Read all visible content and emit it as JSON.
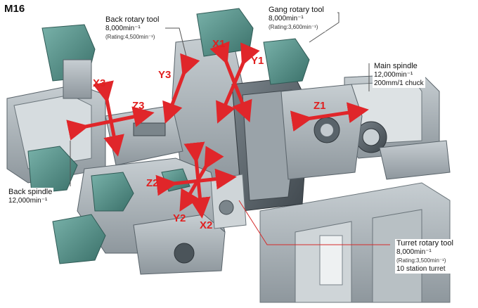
{
  "title": "M16",
  "callouts": {
    "back_rotary": {
      "head": "Back rotary tool",
      "line1": "8,000min⁻¹",
      "line2": "(Rating:4,500min⁻¹)"
    },
    "gang_rotary": {
      "head": "Gang rotary tool",
      "line1": "8,000min⁻¹",
      "line2": "(Rating:3,600min⁻¹)"
    },
    "main_spindle": {
      "head": "Main spindle",
      "line1": "12,000min⁻¹",
      "line2": "200mm/1 chuck"
    },
    "back_spindle": {
      "head": "Back spindle",
      "line1": "12,000min⁻¹"
    },
    "turret_rotary": {
      "head": "Turret rotary tool",
      "line1": "8,000min⁻¹",
      "line2": "(Rating:3,500min⁻¹)",
      "line3": "10 station turret"
    }
  },
  "axes": {
    "x1": "X1",
    "y1": "Y1",
    "z1": "Z1",
    "x2": "X2",
    "y2": "Y2",
    "z2": "Z2",
    "x3": "X3",
    "y3": "Y3",
    "z3": "Z3"
  },
  "colors": {
    "axis_arrow": "#e0262a",
    "machine_body": "#a9b1b6",
    "machine_dark": "#5d676e",
    "accent_teal": "#4f8f88"
  }
}
